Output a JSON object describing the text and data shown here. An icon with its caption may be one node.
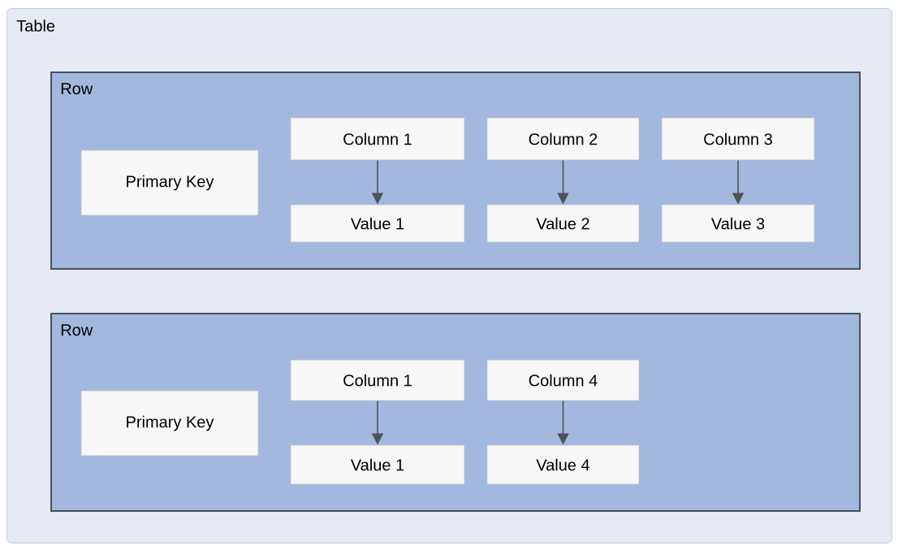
{
  "diagram": {
    "nodes": [
      {
        "text": [
          "Table"
        ]
      },
      {
        "text": [
          "Row"
        ],
        "in": 0
      },
      {
        "text": [
          "Primary Key"
        ],
        "in": 1
      },
      {
        "text": [
          "Column 1"
        ],
        "in": 1
      },
      {
        "text": [
          "Value 1"
        ],
        "in": 1
      },
      {
        "text": [
          "Column 2"
        ],
        "in": 1
      },
      {
        "text": [
          "Value 2"
        ],
        "in": 1
      },
      {
        "text": [
          "Column 3"
        ],
        "in": 1
      },
      {
        "text": [
          "Value 3"
        ],
        "in": 1
      },
      {
        "text": [
          "Row"
        ],
        "in": 0
      },
      {
        "text": [
          "Primary Key"
        ],
        "in": 9
      },
      {
        "text": [
          "Column 1"
        ],
        "in": 9
      },
      {
        "text": [
          "Value 1"
        ],
        "in": 9
      },
      {
        "text": [
          "Column 4"
        ],
        "in": 9
      },
      {
        "text": [
          "Value 4"
        ],
        "in": 9
      }
    ],
    "edges": [
      {
        "from": 3,
        "to": 4,
        "arrow": "to"
      },
      {
        "from": 5,
        "to": 6,
        "arrow": "to"
      },
      {
        "from": 7,
        "to": 8,
        "arrow": "to"
      },
      {
        "from": 11,
        "to": 12,
        "arrow": "to"
      },
      {
        "from": 13,
        "to": 14,
        "arrow": "to"
      }
    ]
  }
}
